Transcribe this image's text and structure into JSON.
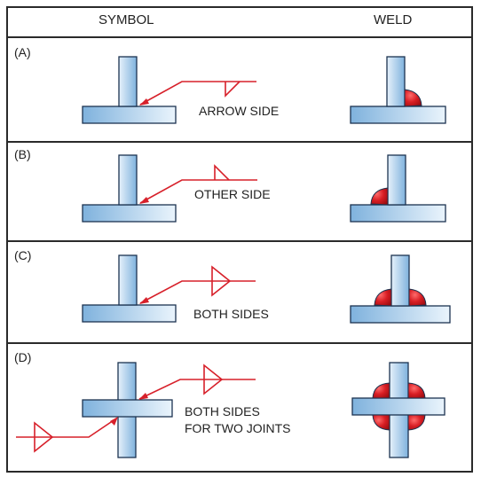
{
  "header": {
    "symbol_label": "SYMBOL",
    "weld_label": "WELD"
  },
  "rows": [
    {
      "label": "(A)",
      "caption": "ARROW SIDE"
    },
    {
      "label": "(B)",
      "caption": "OTHER SIDE"
    },
    {
      "label": "(C)",
      "caption": "BOTH SIDES"
    },
    {
      "label": "(D)",
      "caption_line1": "BOTH SIDES",
      "caption_line2": "FOR TWO JOINTS"
    }
  ],
  "colors": {
    "plate_light": "#e6f2fb",
    "plate_dark": "#7fb2dd",
    "outline": "#1c3350",
    "line_red": "#d7202a",
    "weld_red": "#d81e24",
    "frame": "#2a2a2a"
  }
}
